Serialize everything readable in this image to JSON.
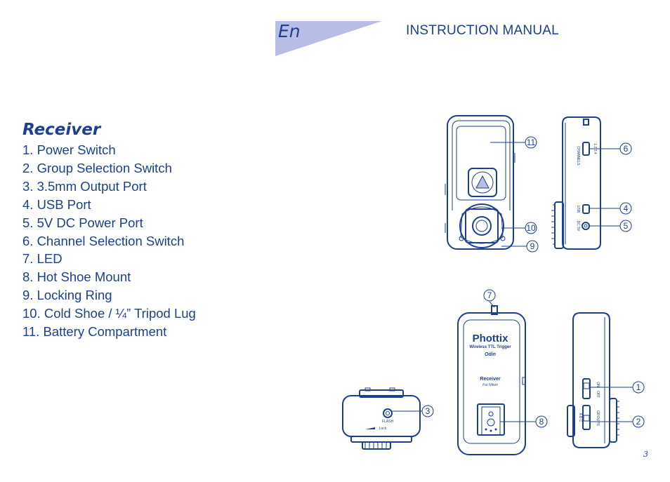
{
  "header": {
    "lang_code": "En",
    "manual_title": "INSTRUCTION MANUAL",
    "tab_color": "#b8bde6"
  },
  "section": {
    "title": "Receiver",
    "parts": [
      "1. Power Switch",
      "2. Group Selection Switch",
      "3. 3.5mm Output Port",
      "4. USB Port",
      "5. 5V DC Power Port",
      "6. Channel Selection Switch",
      "7. LED",
      "8. Hot Shoe Mount",
      "9. Locking Ring",
      "10. Cold Shoe / ¼” Tripod Lug",
      "11. Battery Compartment"
    ]
  },
  "figure": {
    "callouts": [
      "11",
      "10",
      "9",
      "6",
      "4",
      "5",
      "7",
      "1",
      "2",
      "3",
      "8"
    ],
    "device": {
      "brand": "Phottix",
      "subtitle": "Wireless TTL Trigger",
      "model": "Odin",
      "mode": "Receiver",
      "for_label": "For Nikon",
      "flash_label": "FLASH",
      "lock_label": "Lock",
      "channel_label": "CHANNELS",
      "usb_label": "USB",
      "dc_label": "DC 5V",
      "on_label": "ON",
      "off_label": "OFF",
      "group_label": "GROUPS",
      "group_letters": "A B C",
      "channel_numbers": "1 2 3 4"
    }
  },
  "page_number": "3",
  "colors": {
    "text": "#1d3f8f",
    "tab": "#b8bde6"
  }
}
